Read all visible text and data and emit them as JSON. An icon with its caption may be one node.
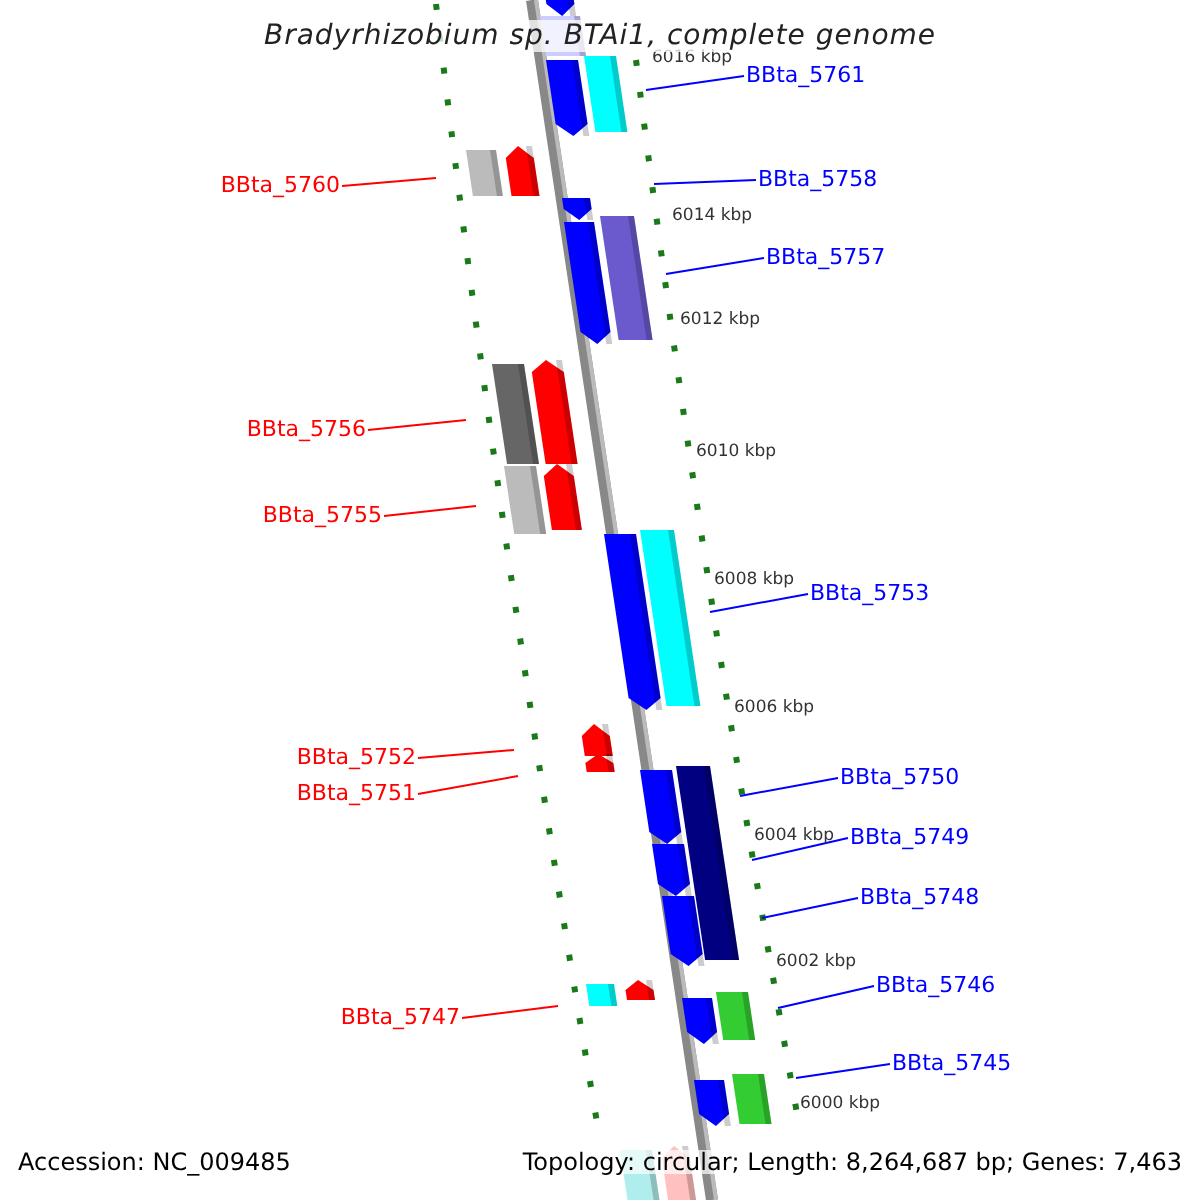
{
  "diagram": {
    "title": "Bradyrhizobium sp. BTAi1, complete genome",
    "nodes": [
      {
        "text": [
          "BBta_5761"
        ]
      },
      {
        "text": [
          "BBta_5760"
        ]
      },
      {
        "text": [
          "BBta_5758"
        ]
      },
      {
        "text": [
          "BBta_5757"
        ]
      },
      {
        "text": [
          "BBta_5756"
        ]
      },
      {
        "text": [
          "BBta_5755"
        ]
      },
      {
        "text": [
          "BBta_5753"
        ]
      },
      {
        "text": [
          "BBta_5752"
        ]
      },
      {
        "text": [
          "BBta_5751"
        ]
      },
      {
        "text": [
          "BBta_5750"
        ]
      },
      {
        "text": [
          "BBta_5749"
        ]
      },
      {
        "text": [
          "BBta_5748"
        ]
      },
      {
        "text": [
          "BBta_5747"
        ]
      },
      {
        "text": [
          "BBta_5746"
        ]
      },
      {
        "text": [
          "BBta_5745"
        ]
      }
    ],
    "edges": [
      {
        "from": 0,
        "to": null,
        "arrow": "none"
      },
      {
        "from": 1,
        "to": null,
        "arrow": "none",
        "color": "#ff0000"
      },
      {
        "from": 2,
        "to": null,
        "arrow": "none"
      },
      {
        "from": 3,
        "to": null,
        "arrow": "none"
      },
      {
        "from": 4,
        "to": null,
        "arrow": "none",
        "color": "#ff0000"
      },
      {
        "from": 5,
        "to": null,
        "arrow": "none",
        "color": "#ff0000"
      },
      {
        "from": 6,
        "to": null,
        "arrow": "none"
      },
      {
        "from": 7,
        "to": null,
        "arrow": "none",
        "color": "#ff0000"
      },
      {
        "from": 8,
        "to": null,
        "arrow": "none",
        "color": "#ff0000"
      },
      {
        "from": 9,
        "to": null,
        "arrow": "none"
      },
      {
        "from": 10,
        "to": null,
        "arrow": "none"
      },
      {
        "from": 11,
        "to": null,
        "arrow": "none"
      },
      {
        "from": 12,
        "to": null,
        "arrow": "none",
        "color": "#ff0000"
      },
      {
        "from": 13,
        "to": null,
        "arrow": "none"
      },
      {
        "from": 14,
        "to": null,
        "arrow": "none"
      }
    ],
    "labels": [
      "6016 kbp",
      "6014 kbp",
      "6012 kbp",
      "6010 kbp",
      "6008 kbp",
      "6006 kbp",
      "6004 kbp",
      "6002 kbp",
      "6000 kbp",
      "Accession: NC_009485",
      "Topology: circular; Length: 8,264,687 bp; Genes: 7,463"
    ]
  }
}
